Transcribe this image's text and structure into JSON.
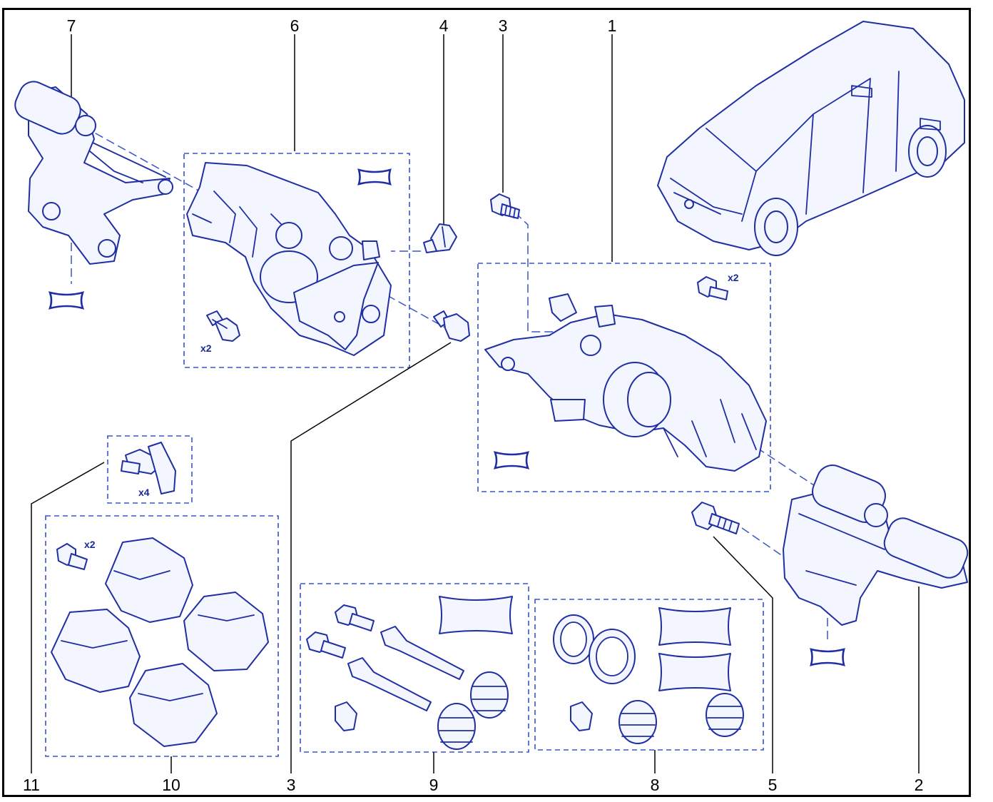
{
  "callouts": {
    "c1": "1",
    "c2": "2",
    "c3_top": "3",
    "c3_bottom": "3",
    "c4": "4",
    "c5": "5",
    "c6": "6",
    "c7": "7",
    "c8": "8",
    "c9": "9",
    "c10": "10",
    "c11": "11"
  },
  "quantities": {
    "kit6_screws": "x2",
    "kit1_screws": "x2",
    "kit11_clips": "x4",
    "kit10_screws": "x2"
  },
  "icons": {
    "grease": "grease-tube-icon",
    "vehicle": "vehicle-icon"
  },
  "colors": {
    "line": "#1f2fa3",
    "fill": "#f3f5ff",
    "dashed": "#3a55c8",
    "frame": "#000000"
  }
}
